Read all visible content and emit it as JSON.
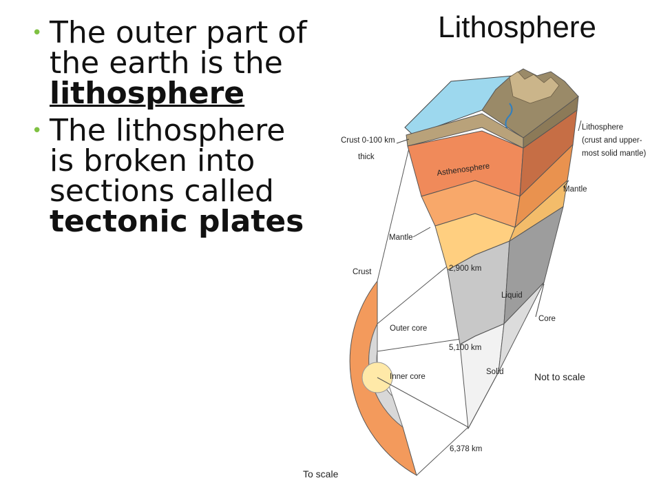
{
  "title": "Lithosphere",
  "bullets": [
    {
      "pre": "The outer part of the earth is the ",
      "keyword": "lithosphere",
      "post": ""
    },
    {
      "pre": "The lithosphere is broken into sections called ",
      "keyword": "tectonic plates",
      "post": ""
    }
  ],
  "diagram": {
    "labels": {
      "crust_thickness": [
        "Crust 0-100 km",
        "thick"
      ],
      "lithosphere_note": [
        "Lithosphere",
        "(crust and upper-",
        "most solid mantle)"
      ],
      "asthenosphere": "Asthenosphere",
      "mantle_right": "Mantle",
      "mantle_left": "Mantle",
      "crust_left": "Crust",
      "depth_2900": "2,900 km",
      "liquid": "Liquid",
      "core": "Core",
      "outer_core": "Outer core",
      "depth_5100": "5,100 km",
      "solid": "Solid",
      "inner_core": "Inner core",
      "not_to_scale": "Not to scale",
      "depth_6378": "6,378 km",
      "to_scale": "To scale"
    },
    "colors": {
      "ocean": "#9dd8ee",
      "land": "#9a8a68",
      "crust_band": "#c9b48a",
      "asthenosphere": "#f08a5a",
      "upper_mantle": "#f8a86a",
      "lower_mantle": "#ffcf80",
      "outer_core": "#c8c8c8",
      "inner_core": "#f2f2f2",
      "bullet": "#7fc142"
    }
  }
}
